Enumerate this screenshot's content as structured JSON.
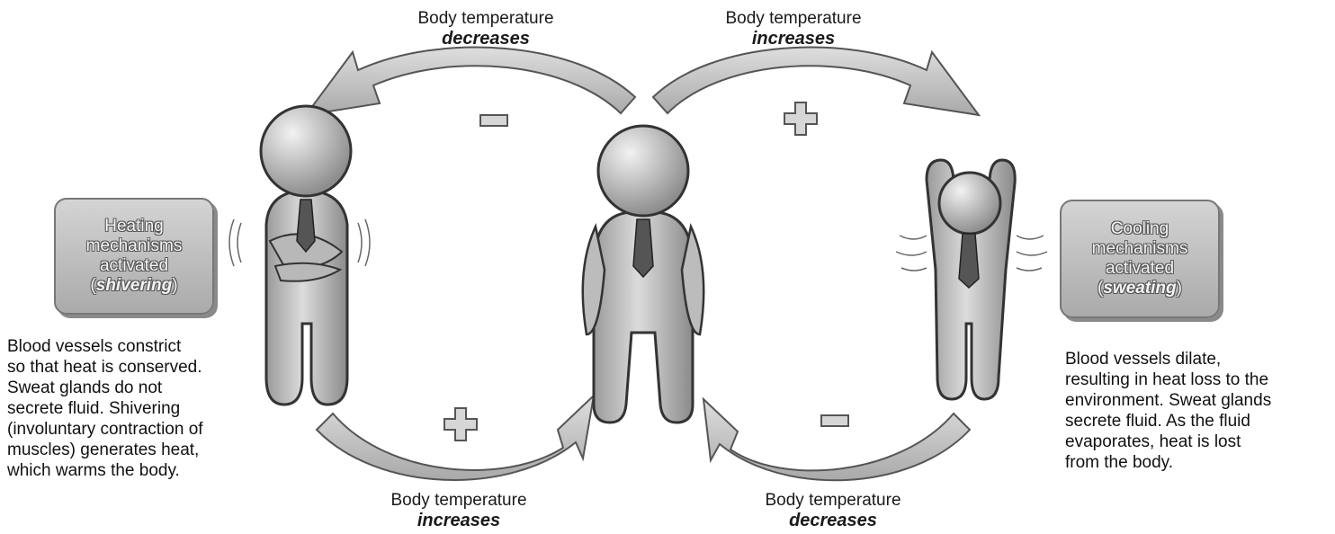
{
  "labels": {
    "top_left": {
      "line1": "Body temperature",
      "line2": "decreases"
    },
    "top_right": {
      "line1": "Body temperature",
      "line2": "increases"
    },
    "bottom_left": {
      "line1": "Body temperature",
      "line2": "increases"
    },
    "bottom_right": {
      "line1": "Body temperature",
      "line2": "decreases"
    }
  },
  "heating_box": {
    "line1": "Heating",
    "line2": "mechanisms",
    "line3": "activated",
    "open": "(",
    "emphasis": "shivering",
    "close": ")"
  },
  "cooling_box": {
    "line1": "Cooling",
    "line2": "mechanisms",
    "line3": "activated",
    "open": "(",
    "emphasis": "sweating",
    "close": ")"
  },
  "left_description": [
    "Blood vessels constrict",
    "so that heat is conserved.",
    "Sweat glands do not",
    "secrete fluid. Shivering",
    "(involuntary contraction of",
    "muscles) generates heat,",
    "which warms the body."
  ],
  "right_description": [
    "Blood vessels dilate,",
    "resulting in heat loss to the",
    "environment. Sweat glands",
    "secrete fluid. As the fluid",
    "evaporates, heat is lost",
    "from the body."
  ],
  "colors": {
    "arrow_fill": "#c8c8c8",
    "arrow_stroke": "#555555",
    "figure_fill": "#c4c4c4",
    "figure_stroke": "#333333",
    "box_fill": "#bdbdbd"
  }
}
